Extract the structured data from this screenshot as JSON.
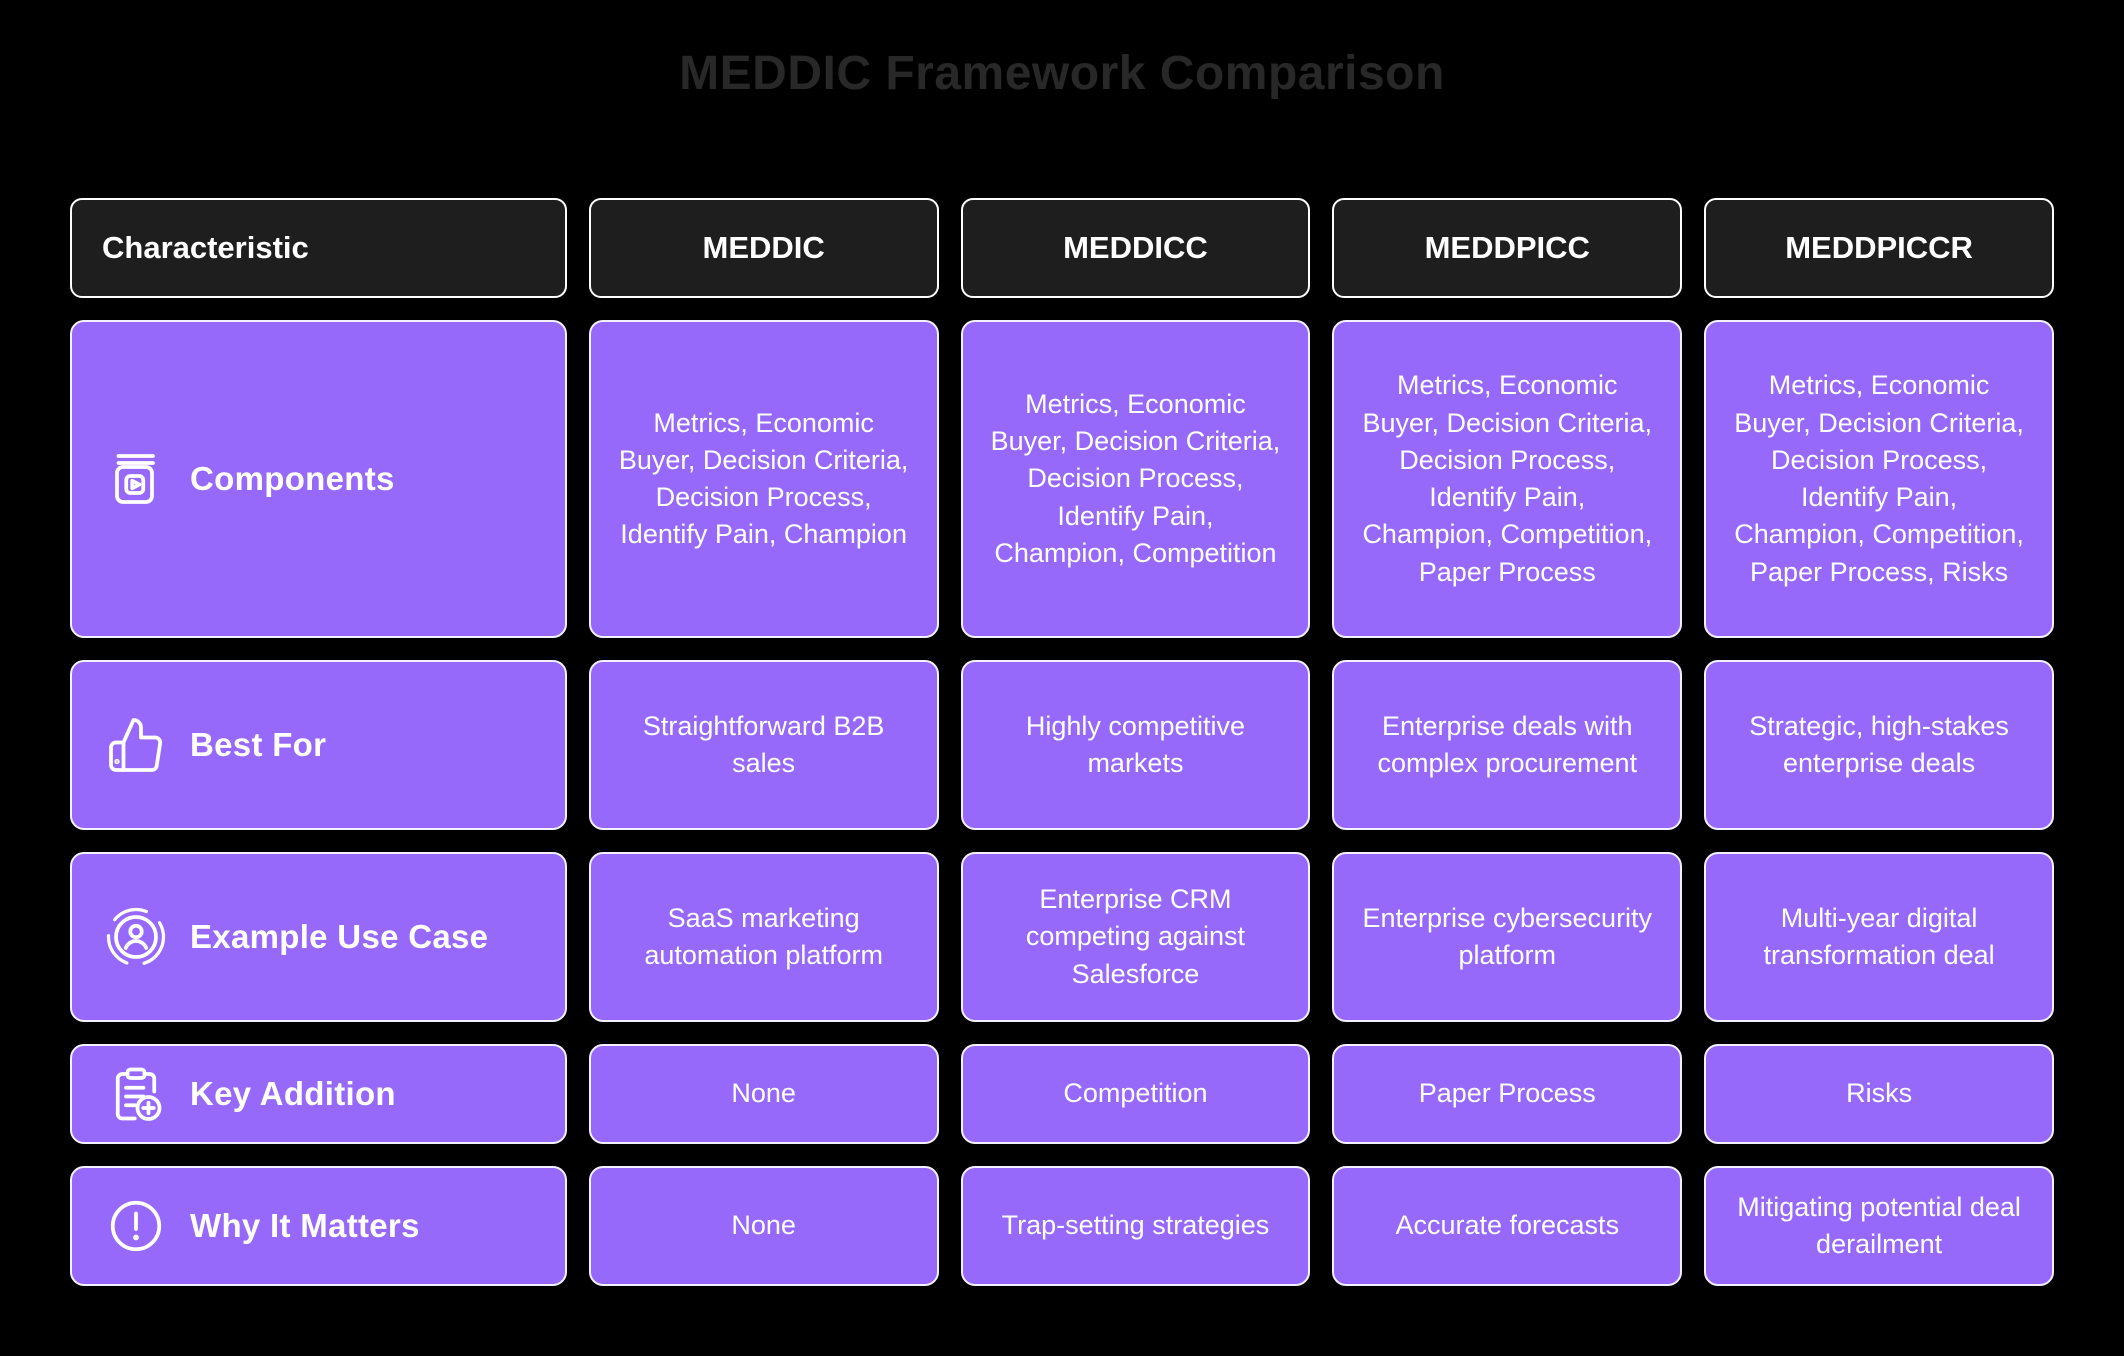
{
  "title": "MEDDIC Framework Comparison",
  "colors": {
    "background": "#000000",
    "cell_purple": "#9669fb",
    "header_bg": "#1e1e1e",
    "border_white": "#ffffff",
    "title_text": "#282828",
    "cell_text": "#ffffff"
  },
  "chart_data": {
    "type": "table",
    "title": "MEDDIC Framework Comparison",
    "columns": [
      "Characteristic",
      "MEDDIC",
      "MEDDICC",
      "MEDDPICC",
      "MEDDPICCR"
    ],
    "rows": [
      {
        "label": "Components",
        "icon": "video-book-icon",
        "cells": [
          "Metrics, Economic Buyer, Decision Criteria, Decision Process, Identify Pain, Champion",
          "Metrics, Economic Buyer, Decision Criteria, Decision Process, Identify Pain, Champion, Competition",
          "Metrics, Economic Buyer, Decision Criteria, Decision Process, Identify Pain, Champion, Competition, Paper Process",
          "Metrics, Economic Buyer, Decision Criteria, Decision Process, Identify Pain, Champion, Competition, Paper Process, Risks"
        ]
      },
      {
        "label": "Best For",
        "icon": "thumbs-up-icon",
        "cells": [
          "Straightforward B2B sales",
          "Highly competitive markets",
          "Enterprise deals with complex procurement",
          "Strategic, high-stakes enterprise deals"
        ]
      },
      {
        "label": "Example Use Case",
        "icon": "user-circle-icon",
        "cells": [
          "SaaS marketing automation platform",
          "Enterprise CRM competing against Salesforce",
          "Enterprise cybersecurity platform",
          "Multi-year digital transformation deal"
        ]
      },
      {
        "label": "Key Addition",
        "icon": "clipboard-plus-icon",
        "cells": [
          "None",
          "Competition",
          "Paper Process",
          "Risks"
        ]
      },
      {
        "label": "Why It Matters",
        "icon": "alert-circle-icon",
        "cells": [
          "None",
          "Trap-setting strategies",
          "Accurate forecasts",
          "Mitigating potential deal derailment"
        ]
      }
    ]
  }
}
